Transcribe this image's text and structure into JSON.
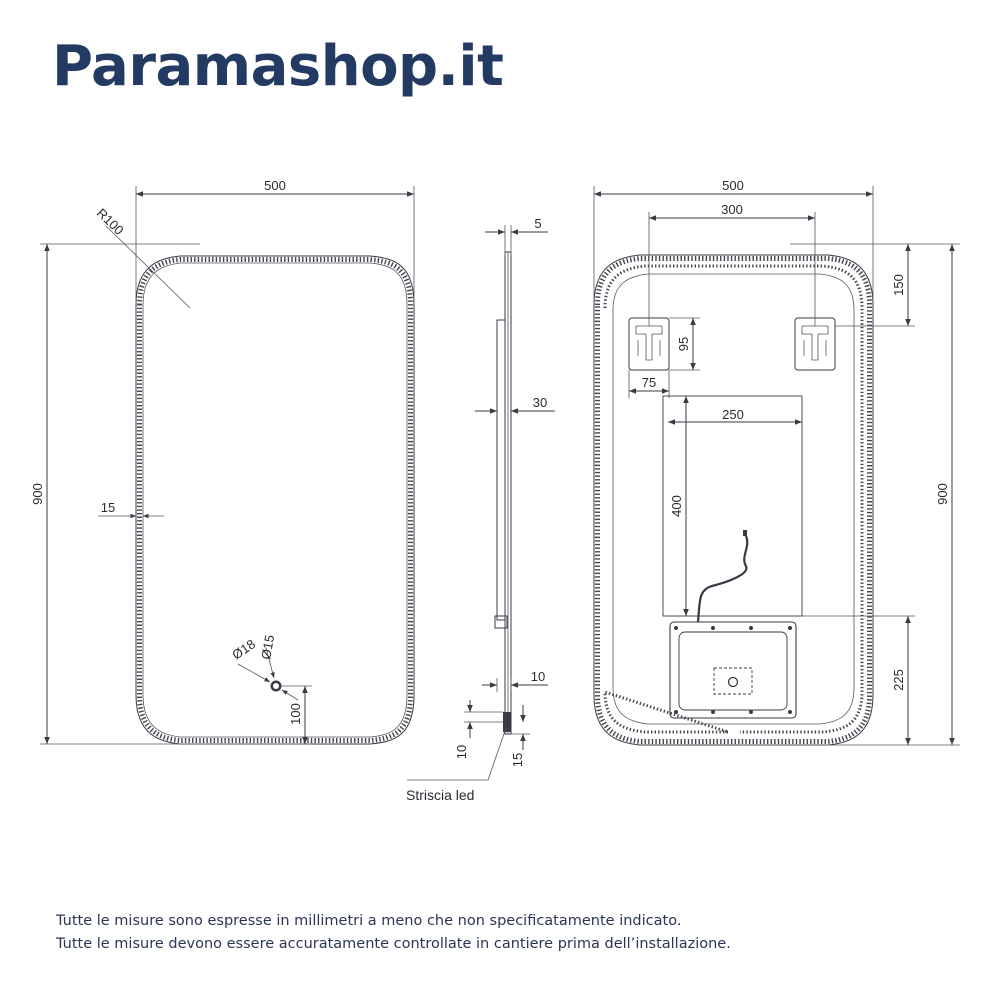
{
  "brand": {
    "name": "Paramashop.it"
  },
  "front_view": {
    "width": "500",
    "height": "900",
    "radius": "R100",
    "frame": "15",
    "hole_outer": "Ø18",
    "hole_inner": "Ø15",
    "hole_offset": "100"
  },
  "side_view": {
    "top_depth": "5",
    "body_depth": "30",
    "bottom_depth": "10",
    "led_height": "10",
    "led_offset": "15",
    "led_label": "Striscia led"
  },
  "rear_view": {
    "width": "500",
    "bracket_spacing": "300",
    "height": "900",
    "bracket_top": "150",
    "bracket_height": "95",
    "bracket_width": "75",
    "box_width": "250",
    "box_height": "400",
    "box_bottom": "225"
  },
  "notes": {
    "line1": "Tutte le misure sono espresse in millimetri a meno che non specificatamente indicato.",
    "line2": "Tutte le misure devono essere accuratamente controllate in cantiere prima dell’installazione."
  }
}
